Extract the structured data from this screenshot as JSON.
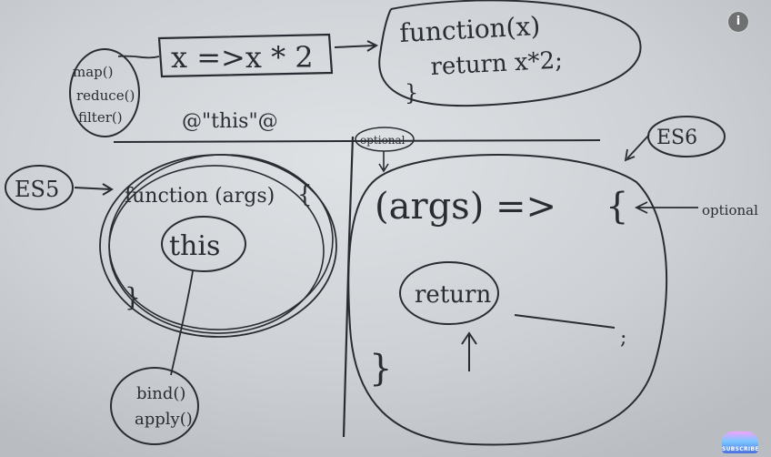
{
  "board": {
    "top": {
      "arrow_fn": "x =>x * 2",
      "fn_line1": "function(x)",
      "fn_line2": "return x*2;",
      "fn_close": "}",
      "methods": [
        "map()",
        "reduce()",
        "filter()"
      ],
      "this_note": "@\"this\"@"
    },
    "left": {
      "es5_label": "ES5",
      "signature": "function (args)",
      "open_brace": "{",
      "this_word": "this",
      "close_brace": "}",
      "bind_items": [
        "bind()",
        "apply()"
      ]
    },
    "right": {
      "optional_top": "optional",
      "es6_label": "ES6",
      "arrow_sig": "(args) =>",
      "open_brace": "{",
      "optional_right": "optional",
      "return_word": "return",
      "semicolon": ";",
      "close_brace": "}"
    }
  },
  "overlay": {
    "info_icon": "i",
    "subscribe_label": "SUBSCRIBE"
  },
  "colors": {
    "board": "#cdd1d5",
    "ink": "#2a2c33"
  }
}
